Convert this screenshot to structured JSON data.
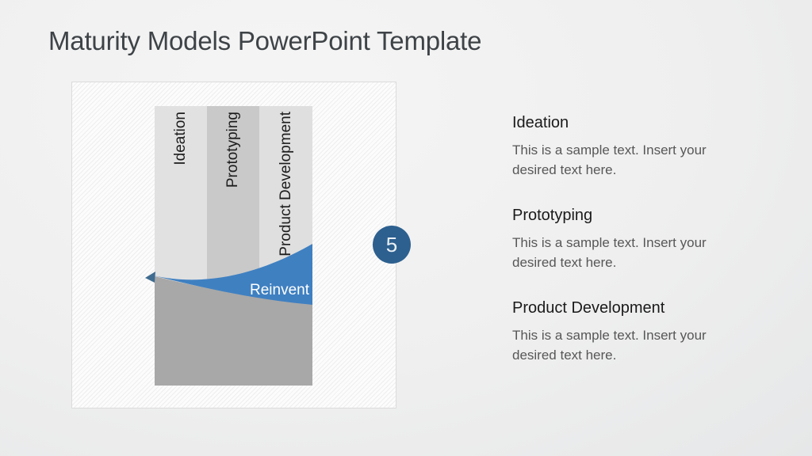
{
  "slide": {
    "title": "Maturity Models PowerPoint Template"
  },
  "diagram": {
    "stages": [
      {
        "label": "Ideation"
      },
      {
        "label": "Prototyping"
      },
      {
        "label": "Product Development"
      }
    ],
    "curve_label": "Reinvent",
    "badge_number": "5",
    "colors": {
      "stage_light": "#e1e1e1",
      "stage_mid": "#c9c9c9",
      "base_gray": "#a8a8a8",
      "curve_blue": "#3f80c1",
      "badge_blue": "#2d608f",
      "title_text": "#3e4347",
      "body_text": "#575757"
    }
  },
  "details": [
    {
      "heading": "Ideation",
      "body": "This is a sample text. Insert your desired text here."
    },
    {
      "heading": "Prototyping",
      "body": "This is a sample text. Insert your desired text here."
    },
    {
      "heading": "Product Development",
      "body": "This is a sample text. Insert your desired text here."
    }
  ]
}
